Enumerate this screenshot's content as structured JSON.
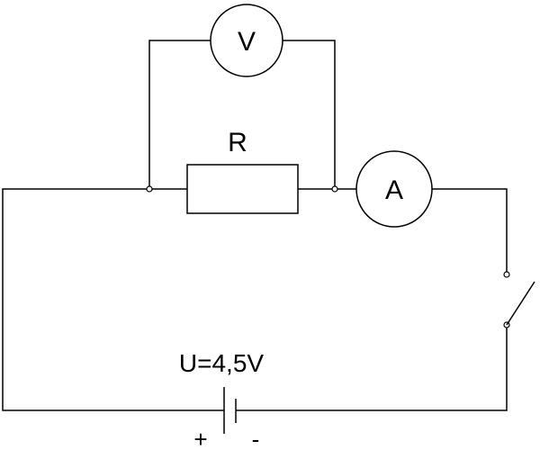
{
  "diagram": {
    "voltmeter_label": "V",
    "ammeter_label": "A",
    "resistor_label": "R",
    "source_label": "U=4,5V",
    "battery_plus": "+",
    "battery_minus": "-"
  }
}
